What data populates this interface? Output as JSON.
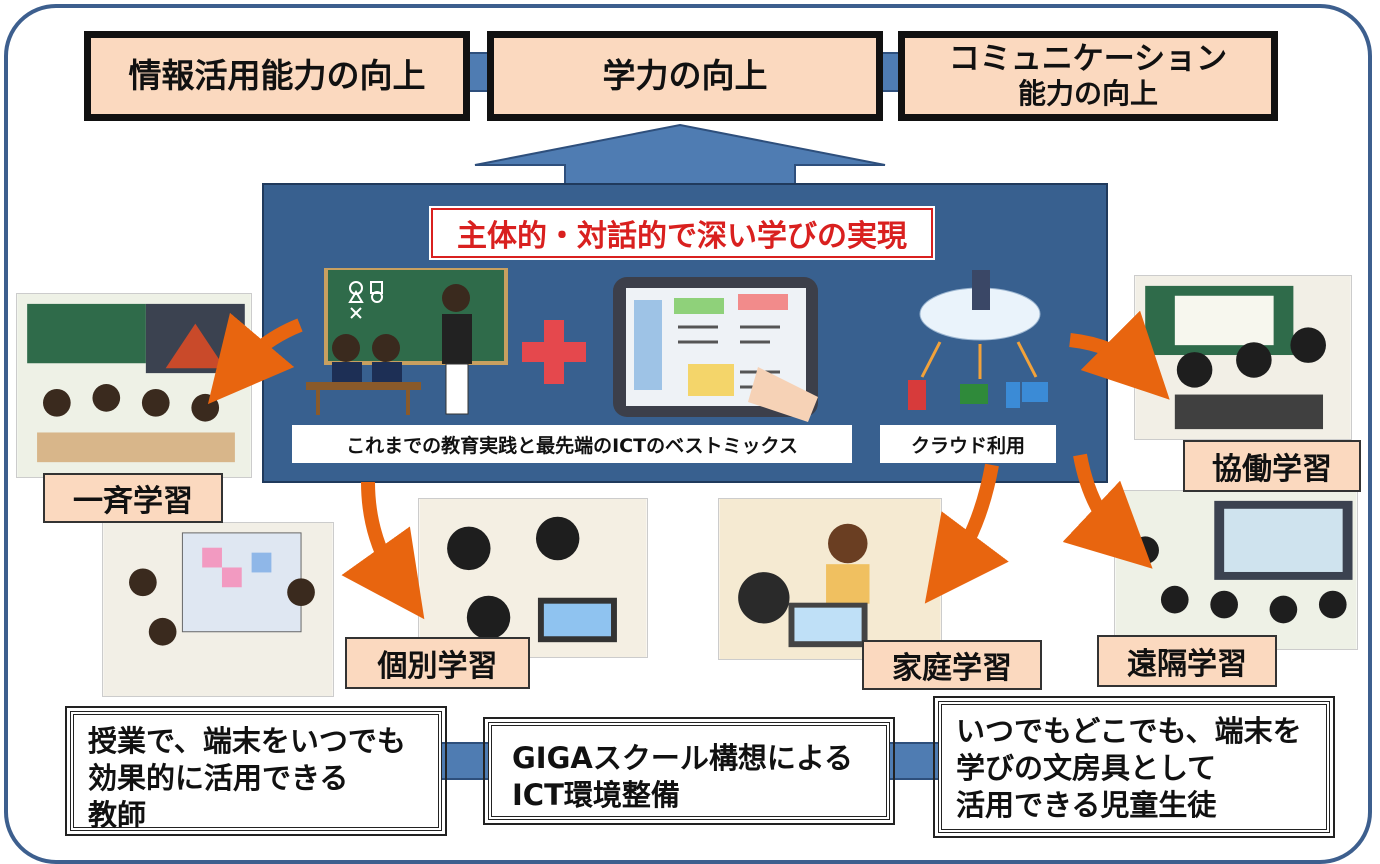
{
  "goals": {
    "info": "情報活用能力の向上",
    "academic": "学力の向上",
    "comm_line1": "コミュニケーション",
    "comm_line2": "能力の向上"
  },
  "center": {
    "theme": "主体的・対話的で深い学びの実現",
    "caption_left": "これまでの教育実践と最先端のICTのベストミックス",
    "caption_right": "クラウド利用"
  },
  "learning": {
    "simultaneous": "一斉学習",
    "individual": "個別学習",
    "home": "家庭学習",
    "collaborative": "協働学習",
    "remote": "遠隔学習"
  },
  "bottom": {
    "teacher": [
      "授業で、端末をいつでも",
      "効果的に活用できる",
      "教師"
    ],
    "giga": [
      "GIGAスクール構想による",
      "ICT環境整備"
    ],
    "student": [
      "いつでもどこでも、端末を",
      "学びの文房具として",
      "活用できる児童生徒"
    ]
  },
  "colors": {
    "frame": "#3d5f8e",
    "panel": "#38608f",
    "label_fill": "#fbd9bf",
    "theme_red": "#d9201f",
    "arrow_orange": "#e8650f"
  }
}
